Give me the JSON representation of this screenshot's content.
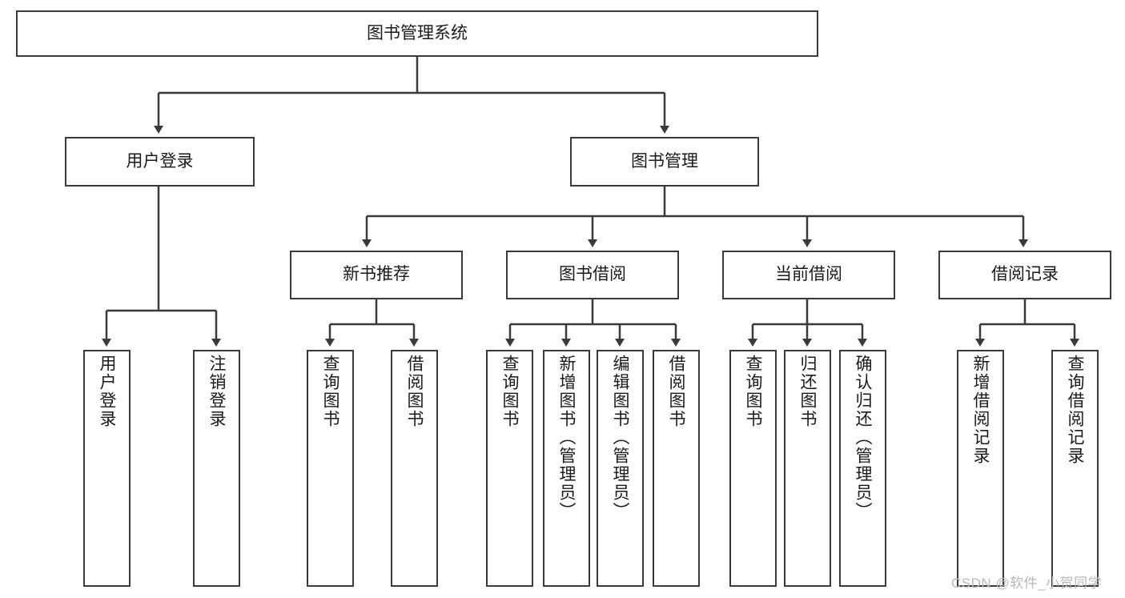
{
  "diagram": {
    "title": "图书管理系统",
    "type": "tree-hierarchy-diagram",
    "root": {
      "id": "root",
      "label": "图书管理系统"
    },
    "level1": [
      {
        "id": "user-login",
        "label": "用户登录"
      },
      {
        "id": "book-management",
        "label": "图书管理"
      }
    ],
    "level2": [
      {
        "id": "new-book-recommend",
        "label": "新书推荐",
        "parent": "book-management"
      },
      {
        "id": "book-borrow",
        "label": "图书借阅",
        "parent": "book-management"
      },
      {
        "id": "current-borrow",
        "label": "当前借阅",
        "parent": "book-management"
      },
      {
        "id": "borrow-records",
        "label": "借阅记录",
        "parent": "book-management"
      }
    ],
    "leaves": [
      {
        "id": "leaf-user-login",
        "label": "用户登录",
        "parent": "user-login"
      },
      {
        "id": "leaf-logout",
        "label": "注销登录",
        "parent": "user-login"
      },
      {
        "id": "leaf-query-books-rec",
        "label": "查询图书",
        "parent": "new-book-recommend"
      },
      {
        "id": "leaf-borrow-books-rec",
        "label": "借阅图书",
        "parent": "new-book-recommend"
      },
      {
        "id": "leaf-query-books-borrow",
        "label": "查询图书",
        "parent": "book-borrow"
      },
      {
        "id": "leaf-add-book",
        "label": "新增图书（管理员）",
        "parent": "book-borrow"
      },
      {
        "id": "leaf-edit-book",
        "label": "编辑图书（管理员）",
        "parent": "book-borrow"
      },
      {
        "id": "leaf-borrow-book",
        "label": "借阅图书",
        "parent": "book-borrow"
      },
      {
        "id": "leaf-query-books-current",
        "label": "查询图书",
        "parent": "current-borrow"
      },
      {
        "id": "leaf-return-book",
        "label": "归还图书",
        "parent": "current-borrow"
      },
      {
        "id": "leaf-confirm-return",
        "label": "确认归还（管理员）",
        "parent": "current-borrow"
      },
      {
        "id": "leaf-add-record",
        "label": "新增借阅记录",
        "parent": "borrow-records"
      },
      {
        "id": "leaf-query-record",
        "label": "查询借阅记录",
        "parent": "borrow-records"
      }
    ],
    "colors": {
      "stroke": "#3a3a3a",
      "fill": "#ffffff",
      "text": "#1a1a1a",
      "watermark": "#b9b9b9"
    }
  },
  "watermark": {
    "text": "CSDN @软件_小贺同学"
  }
}
